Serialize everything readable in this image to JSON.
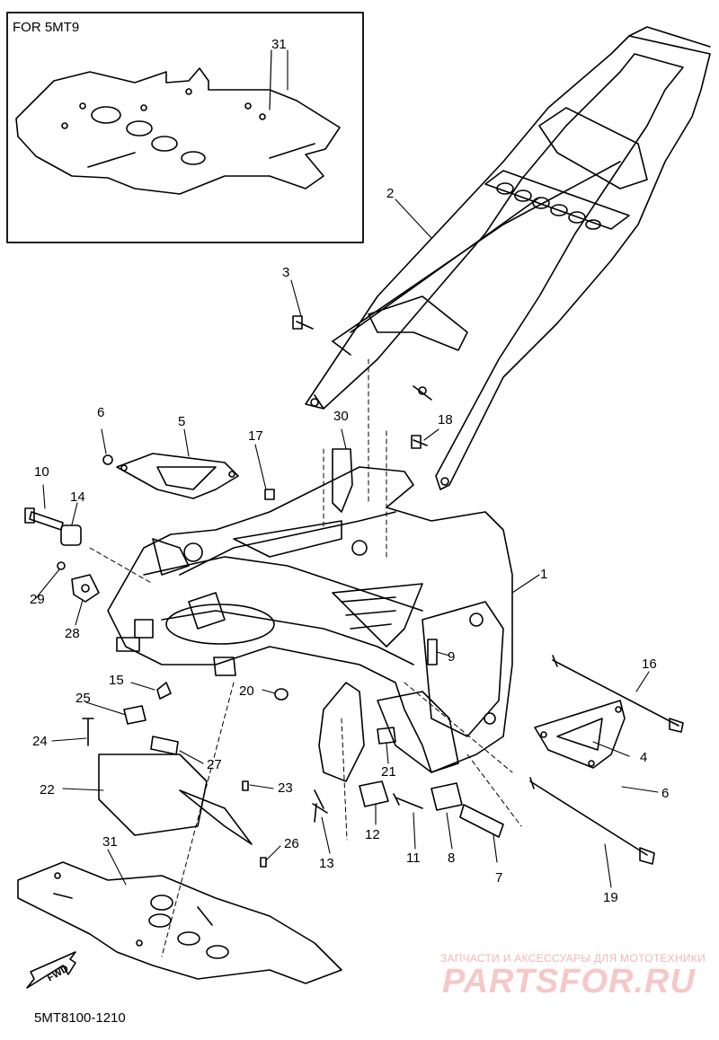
{
  "inset": {
    "title": "FOR 5MT9"
  },
  "labels": {
    "p1": "1",
    "p2": "2",
    "p3": "3",
    "p4": "4",
    "p5": "5",
    "p6a": "6",
    "p6b": "6",
    "p7": "7",
    "p8": "8",
    "p9": "9",
    "p10": "10",
    "p11": "11",
    "p12": "12",
    "p13": "13",
    "p14": "14",
    "p15": "15",
    "p16": "16",
    "p17": "17",
    "p18": "18",
    "p19": "19",
    "p20": "20",
    "p21": "21",
    "p22": "22",
    "p23": "23",
    "p24": "24",
    "p25": "25",
    "p26": "26",
    "p27": "27",
    "p28": "28",
    "p29": "29",
    "p30": "30",
    "p31a": "31",
    "p31b": "31"
  },
  "fwd_label": "FWD",
  "diagram_code": "5MT8100-1210",
  "watermark": {
    "tagline": "ЗАПЧАСТИ И АКСЕССУАРЫ ДЛЯ МОТОТЕХНИКИ",
    "brand": "PARTSFOR.RU"
  }
}
